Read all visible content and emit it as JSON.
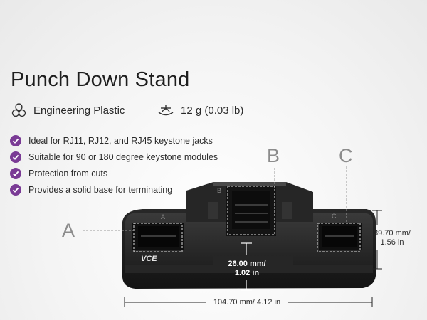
{
  "title": "Punch Down Stand",
  "specs": {
    "material": {
      "icon": "material-molecule-icon",
      "label": "Engineering Plastic"
    },
    "weight": {
      "icon": "scale-weight-icon",
      "label": "12 g (0.03 lb)"
    }
  },
  "features": [
    "Ideal for RJ11, RJ12, and RJ45 keystone jacks",
    "Suitable for 90 or 180 degree keystone modules",
    "Protection from cuts",
    "Provides a solid base for terminating"
  ],
  "callouts": {
    "a": "A",
    "b": "B",
    "c": "C"
  },
  "product_text": {
    "logo": "VCE",
    "slot_a": "A",
    "slot_b": "B",
    "slot_c": "C"
  },
  "dimensions": {
    "height_line1": "39.70 mm/",
    "height_line2": "1.56 in",
    "center_line1": "26.00 mm/",
    "center_line2": "1.02 in",
    "width": "104.70 mm/ 4.12 in"
  },
  "colors": {
    "accent": "#7a3b95",
    "product": "#1f1f1f",
    "callout": "#8c8c8c"
  }
}
